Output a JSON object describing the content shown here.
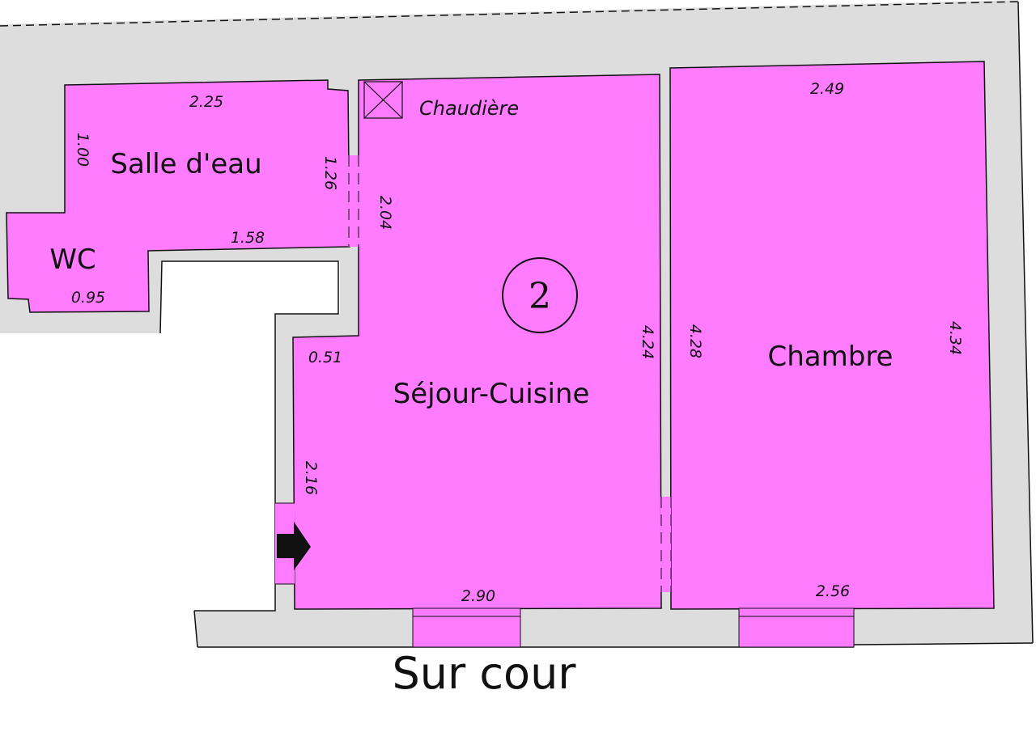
{
  "plan": {
    "unit_number": "2",
    "boiler_label": "Chaudière",
    "footer_label": "Sur cour",
    "rooms": {
      "salle_deau": "Salle d'eau",
      "wc": "WC",
      "sejour": "Séjour-Cuisine",
      "chambre": "Chambre"
    },
    "dims": {
      "salle_top": "2.25",
      "salle_left": "1.00",
      "salle_right": "1.26",
      "salle_bottom": "1.58",
      "wc_bottom": "0.95",
      "sejour_upper_left": "2.04",
      "sejour_step": "0.51",
      "sejour_right": "4.24",
      "sejour_left": "2.16",
      "sejour_bottom": "2.90",
      "chambre_top": "2.49",
      "chambre_left": "4.28",
      "chambre_right": "4.34",
      "chambre_bottom": "2.56"
    },
    "colors": {
      "room_fill": "#FF7BFF",
      "wall_fill": "#DDDDDD",
      "line": "#111111",
      "background": "#FFFFFF"
    }
  }
}
